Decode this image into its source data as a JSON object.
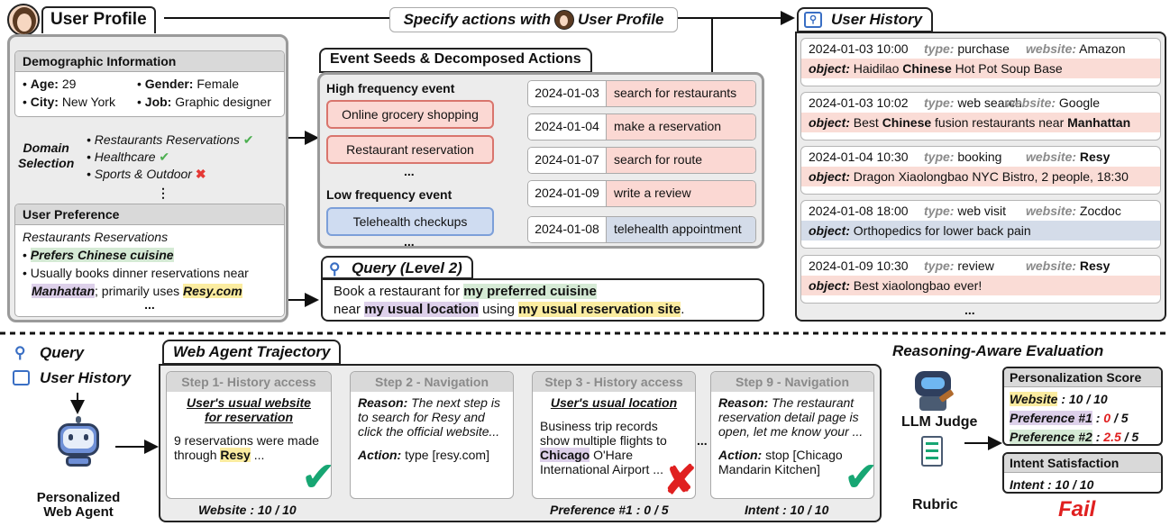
{
  "profile": {
    "title": "User Profile",
    "demo_title": "Demographic Information",
    "age_label": "Age:",
    "age": "29",
    "gender_label": "Gender:",
    "gender": "Female",
    "city_label": "City:",
    "city": "New York",
    "job_label": "Job:",
    "job": "Graphic designer",
    "domain_label_1": "Domain",
    "domain_label_2": "Selection",
    "domains": [
      "Restaurants Reservations",
      "Healthcare",
      "Sports & Outdoor"
    ],
    "pref_title": "User Preference",
    "pref_category": "Restaurants Reservations",
    "pref_1": "Prefers Chinese cuisine",
    "pref_2a": "Usually books dinner reservations near",
    "pref_2_city": "Manhattan",
    "pref_2b": "; primarily uses",
    "pref_2_site": "Resy.com",
    "ellipsis": "..."
  },
  "specify": {
    "text": "Specify actions with",
    "profile": "User Profile"
  },
  "events": {
    "title": "Event Seeds & Decomposed Actions",
    "high_label": "High frequency event",
    "low_label": "Low frequency event",
    "high_seeds": [
      "Online grocery shopping",
      "Restaurant reservation"
    ],
    "low_seeds": [
      "Telehealth checkups"
    ],
    "ellipsis": "...",
    "actions": [
      {
        "date": "2024-01-03",
        "action": "search for restaurants"
      },
      {
        "date": "2024-01-04",
        "action": "make a reservation"
      },
      {
        "date": "2024-01-07",
        "action": "search for route"
      },
      {
        "date": "2024-01-09",
        "action": "write a review"
      },
      {
        "date": "2024-01-08",
        "action": "telehealth appointment"
      }
    ]
  },
  "query": {
    "title": "Query (Level 2)",
    "t1": "Book a restaurant for",
    "h1": "my preferred cuisine",
    "t2": "near",
    "h2": "my usual location",
    "t3": "using",
    "h3": "my usual reservation site",
    "t4": "."
  },
  "history": {
    "title": "User History",
    "type_label": "type:",
    "website_label": "website:",
    "object_label": "object:",
    "items": [
      {
        "time": "2024-01-03 10:00",
        "type": "purchase",
        "website": "Amazon",
        "obj_a": "Haidilao ",
        "obj_b": "Chinese",
        "obj_c": " Hot Pot Soup Base",
        "obj_d": ""
      },
      {
        "time": "2024-01-03 10:02",
        "type": "web search",
        "website": "Google",
        "obj_a": "Best ",
        "obj_b": "Chinese",
        "obj_c": " fusion restaurants near ",
        "obj_d": "Manhattan"
      },
      {
        "time": "2024-01-04 10:30",
        "type": "booking",
        "website": "Resy",
        "obj_a": "Dragon Xiaolongbao NYC Bistro, 2 people, 18:30",
        "obj_b": "",
        "obj_c": "",
        "obj_d": ""
      },
      {
        "time": "2024-01-08 18:00",
        "type": "web visit",
        "website": "Zocdoc",
        "obj_a": "Orthopedics for lower back pain",
        "obj_b": "",
        "obj_c": "",
        "obj_d": ""
      },
      {
        "time": "2024-01-09 10:30",
        "type": "review",
        "website": "Resy",
        "obj_a": "Best xiaolongbao ever!",
        "obj_b": "",
        "obj_c": "",
        "obj_d": ""
      }
    ],
    "ellipsis": "..."
  },
  "bottom_left": {
    "query": "Query",
    "history": "User History",
    "agent_1": "Personalized",
    "agent_2": "Web Agent"
  },
  "trajectory": {
    "title": "Web Agent Trajectory",
    "steps": [
      {
        "header": "Step 1- History access",
        "u1": "User's usual website",
        "u2": "for reservation",
        "body_a": "9 reservations were made through ",
        "body_hl": "Resy",
        "body_b": " ...",
        "footer": "Website : 10 / 10"
      },
      {
        "header": "Step 2 - Navigation",
        "reason_label": "Reason:",
        "reason": "The next step is to search for Resy and click the official website...",
        "action_label": "Action:",
        "action": "type [resy.com]"
      },
      {
        "header": "Step 3 - History access",
        "u1": "User's usual location",
        "body_a": "Business trip records show multiple flights to ",
        "body_hl": "Chicago",
        "body_b": " O'Hare International Airport ...",
        "footer": "Preference #1 : 0 / 5"
      },
      {
        "header": "Step 9 - Navigation",
        "reason_label": "Reason:",
        "reason": "The restaurant reservation detail page is open, let me know your ...",
        "action_label": "Action:",
        "action": "stop [Chicago Mandarin Kitchen]",
        "footer": "Intent : 10 / 10"
      }
    ],
    "dots": "..."
  },
  "evaluation": {
    "title": "Reasoning-Aware Evaluation",
    "judge": "LLM Judge",
    "rubric": "Rubric",
    "score_title": "Personalization Score",
    "website_label": "Website",
    "website_score": ": 10 / 10",
    "pref1_label": "Preference #1",
    "pref1_pre": ": ",
    "pref1_val": "0",
    "pref1_post": " / 5",
    "pref2_label": "Preference #2",
    "pref2_pre": ": ",
    "pref2_val": "2.5",
    "pref2_post": " / 5",
    "intent_title": "Intent Satisfaction",
    "intent": "Intent : 10 / 10",
    "result": "Fail"
  }
}
